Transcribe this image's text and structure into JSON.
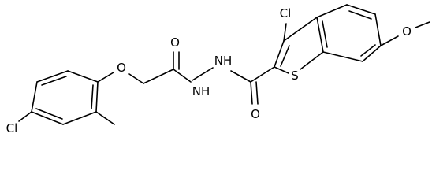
{
  "diagram": {
    "background": "#ffffff",
    "ink": "#000000",
    "atom_labels": {
      "cl_thiophene": "Cl",
      "o_methoxy": "O",
      "s_ring": "S",
      "o_amide_right": "O",
      "nh_right": "NH",
      "nh_left": "NH",
      "o_amide_left": "O",
      "o_ether": "O",
      "cl_phenyl": "Cl"
    }
  }
}
